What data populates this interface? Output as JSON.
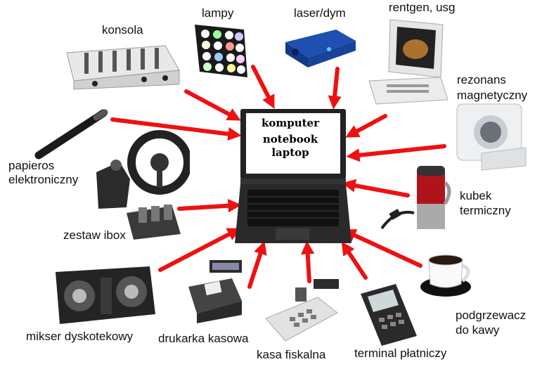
{
  "center": {
    "line1": "komputer",
    "line2": "notebook",
    "line3": "laptop"
  },
  "labels": {
    "konsola": "konsola",
    "lampy": "lampy",
    "laser": "laser/dym",
    "rentgen": "rentgen, usg",
    "rezonans1": "rezonans",
    "rezonans2": "magnetyczny",
    "papieros1": "papieros",
    "papieros2": "elektroniczny",
    "kubek1": "kubek",
    "kubek2": "termiczny",
    "ibox": "zestaw ibox",
    "podgrzewacz1": "podgrzewacz",
    "podgrzewacz2": "do kawy",
    "mikser": "mikser dyskotekowy",
    "drukarka": "drukarka kasowa",
    "kasa": "kasa fiskalna",
    "terminal": "terminal płatniczy"
  },
  "colors": {
    "arrow": "#ee1111",
    "text": "#111111"
  }
}
